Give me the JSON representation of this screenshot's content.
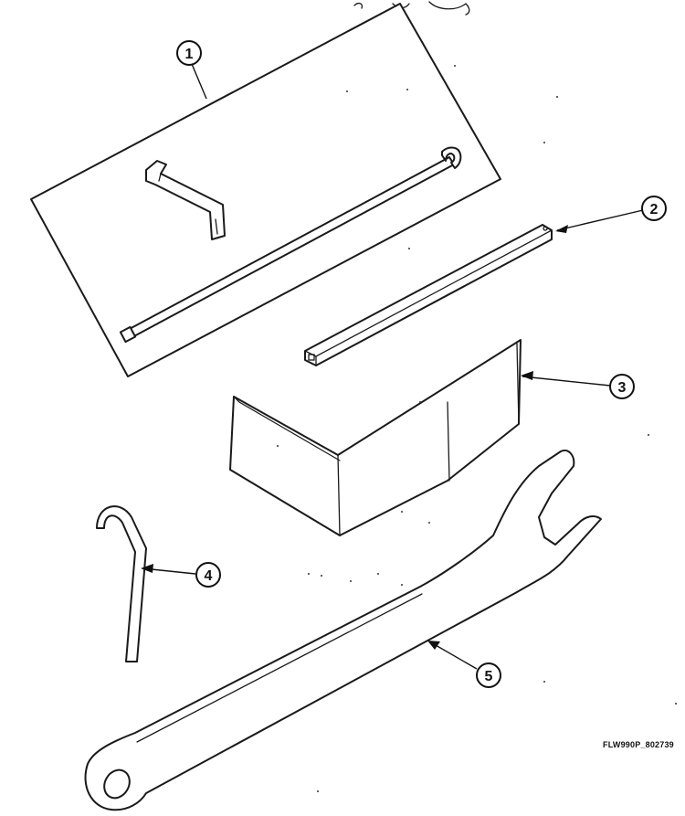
{
  "callouts": {
    "c1": "1",
    "c2": "2",
    "c3": "3",
    "c4": "4",
    "c5": "5"
  },
  "reference_code": "FLW990P_802739",
  "colors": {
    "ink": "#1a1a1a",
    "paper": "#ffffff"
  }
}
